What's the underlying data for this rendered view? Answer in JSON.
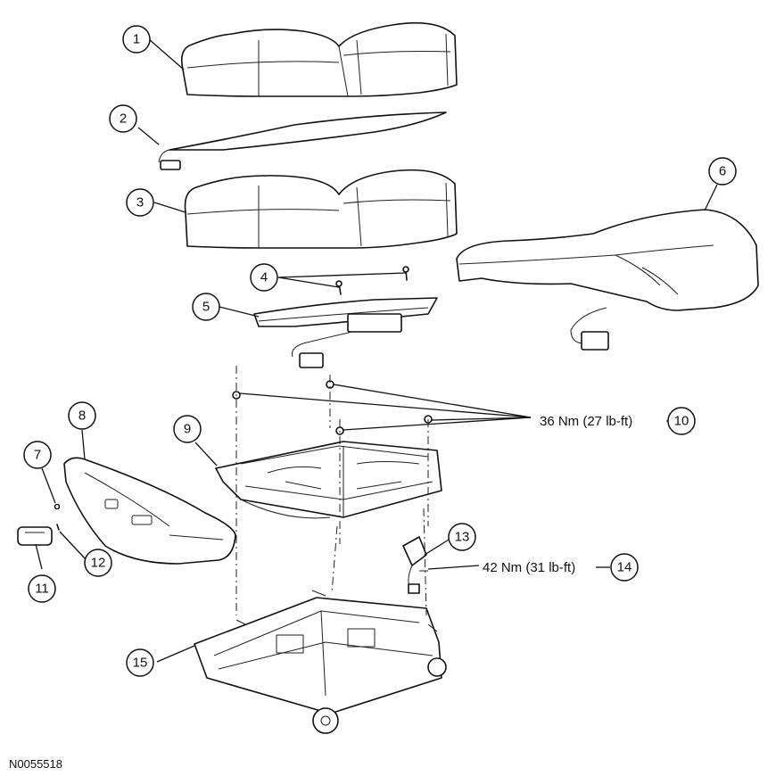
{
  "callouts": {
    "c1": "1",
    "c2": "2",
    "c3": "3",
    "c4": "4",
    "c5": "5",
    "c6": "6",
    "c7": "7",
    "c8": "8",
    "c9": "9",
    "c10": "10",
    "c11": "11",
    "c12": "12",
    "c13": "13",
    "c14": "14",
    "c15": "15"
  },
  "torque": {
    "frame_bolts": "36 Nm (27 lb-ft)",
    "buckle_bolt": "42 Nm (31 lb-ft)"
  },
  "figure_id": "N0055518",
  "colors": {
    "line": "#111111",
    "background": "#ffffff"
  }
}
